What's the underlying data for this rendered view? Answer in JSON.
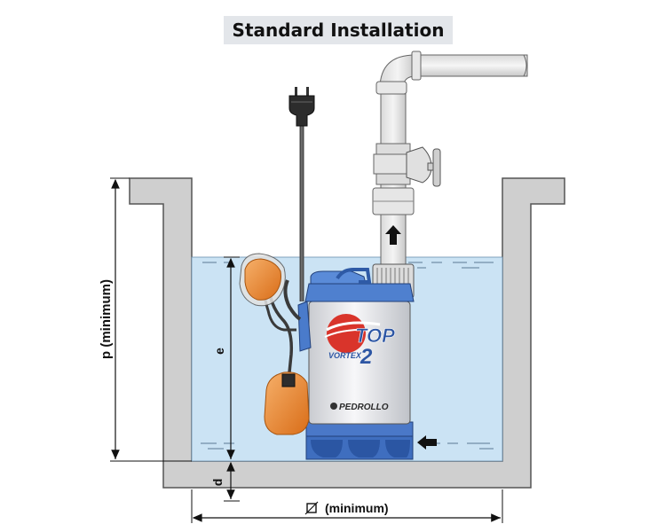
{
  "title": "Standard Installation",
  "dimensions": {
    "height_label": "p (minimum)",
    "level_label": "e",
    "bottom_label": "d",
    "width_label": "(minimum)",
    "width_symbol": "∅"
  },
  "pump": {
    "model_top": "TOP",
    "model_sub": "VORTEX",
    "model_number": "2",
    "brand": "PEDROLLO"
  },
  "colors": {
    "water": "#c9e2f3",
    "wall": "#cfcfcf",
    "pump_body": "#eaeaec",
    "pump_blue": "#3f6ebf",
    "float": "#ee8a32"
  }
}
